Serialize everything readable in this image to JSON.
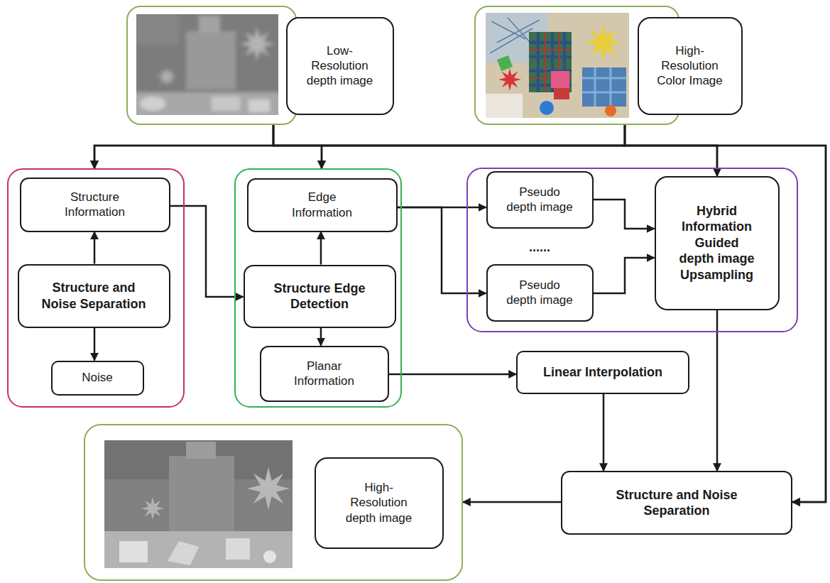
{
  "diagram": {
    "nodes": [
      {},
      {
        "text": [
          "Low-Resolution depth image"
        ],
        "in": 0
      },
      {},
      {
        "text": [
          "High-Resolution Color Image"
        ],
        "in": 2
      },
      {},
      {
        "text": [
          "Structure Information"
        ],
        "in": 4
      },
      {
        "text": [
          "Structure and Noise Separation"
        ],
        "in": 4
      },
      {
        "text": [
          "Noise"
        ],
        "in": 4
      },
      {},
      {
        "text": [
          "Edge Information"
        ],
        "in": 8
      },
      {
        "text": [
          "Structure Edge Detection"
        ],
        "in": 8
      },
      {
        "text": [
          "Planar Information"
        ],
        "in": 8
      },
      {},
      {
        "text": [
          "Pseudo depth image"
        ],
        "in": 12
      },
      {
        "text": [
          "Pseudo depth image"
        ],
        "in": 12
      },
      {
        "text": [
          "Hybrid Information Guided depth image Upsampling"
        ],
        "in": 12
      },
      {
        "text": [
          "Linear Interpolation"
        ]
      },
      {
        "text": [
          "Structure and Noise Separation"
        ]
      },
      {},
      {
        "text": [
          "High-Resolution depth image"
        ],
        "in": 18
      }
    ],
    "edges": [
      {
        "from": 0,
        "to": 4,
        "arrow": "to"
      },
      {
        "from": 0,
        "to": 8,
        "arrow": "to"
      },
      {
        "from": 0,
        "to": 15,
        "arrow": "to"
      },
      {
        "from": 0,
        "to": 17,
        "arrow": "to"
      },
      {
        "from": 2,
        "to": 4,
        "arrow": "to"
      },
      {
        "from": 2,
        "to": 8,
        "arrow": "to"
      },
      {
        "from": 2,
        "to": 15,
        "arrow": "to"
      },
      {
        "from": 2,
        "to": 17,
        "arrow": "to"
      },
      {
        "from": 6,
        "to": 5,
        "arrow": "to"
      },
      {
        "from": 6,
        "to": 7,
        "arrow": "to"
      },
      {
        "from": 5,
        "to": 10,
        "arrow": "to"
      },
      {
        "from": 10,
        "to": 9,
        "arrow": "to"
      },
      {
        "from": 10,
        "to": 11,
        "arrow": "to"
      },
      {
        "from": 9,
        "to": 13,
        "arrow": "to"
      },
      {
        "from": 9,
        "to": 14,
        "arrow": "to"
      },
      {
        "from": 13,
        "to": 15,
        "arrow": "to"
      },
      {
        "from": 14,
        "to": 15,
        "arrow": "to"
      },
      {
        "from": 11,
        "to": 16,
        "arrow": "to"
      },
      {
        "from": 16,
        "to": 17,
        "arrow": "to"
      },
      {
        "from": 15,
        "to": 17,
        "arrow": "to"
      },
      {
        "from": 17,
        "to": 18,
        "arrow": "to"
      }
    ],
    "labels": [
      "......"
    ]
  }
}
